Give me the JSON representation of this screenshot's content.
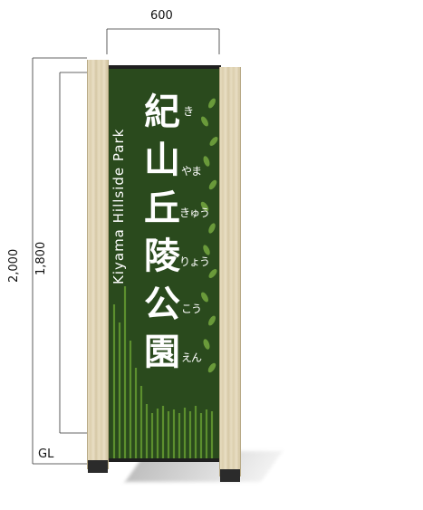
{
  "dimensions": {
    "width_label": "600",
    "total_height_label": "2,000",
    "sign_height_label": "1,800",
    "ground_label": "GL"
  },
  "sign": {
    "title_kanji": [
      "紀",
      "山",
      "丘",
      "陵",
      "公",
      "園"
    ],
    "title_kana": [
      "き",
      "やま",
      "きゅう",
      "りょう",
      "こう",
      "えん"
    ],
    "english_name": "Kiyama Hillside Park",
    "colors": {
      "panel": "#2a4a1d",
      "text": "#ffffff",
      "leaves": "#6a9a3a",
      "grass": "#5c8f2e",
      "post": "#e3d7b8"
    }
  }
}
